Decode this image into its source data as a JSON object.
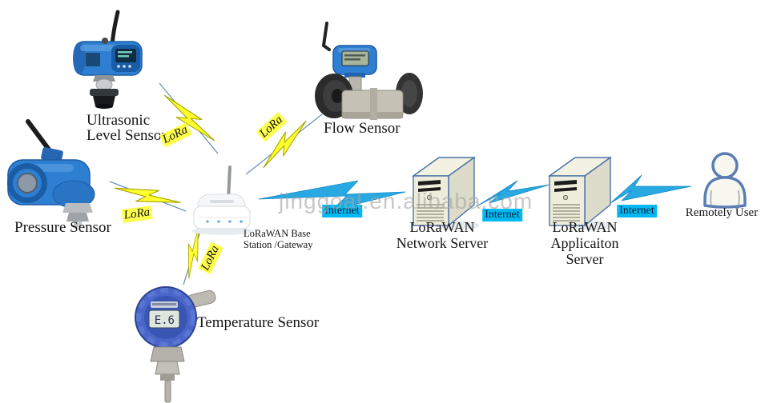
{
  "diagram": {
    "watermark": "jinggoal.en.alibaba.com",
    "nodes": {
      "ultrasonic": {
        "label": "Ultrasonic\nLevel Sensor"
      },
      "flow": {
        "label": "Flow Sensor"
      },
      "pressure": {
        "label": "Pressure Sensor"
      },
      "gateway": {
        "label": "LoRaWAN Base\nStation /Gateway"
      },
      "temperature": {
        "label": "Temperature Sensor",
        "display": "E.6"
      },
      "network_server": {
        "label": "LoRaWAN\nNetwork Server"
      },
      "application_server": {
        "label": "LoRaWAN\nApplicaiton Server"
      },
      "remote_user": {
        "label": "Remotely User"
      }
    },
    "links": {
      "lora_label": "LoRa",
      "internet_label": "Internet"
    },
    "colors": {
      "lora_highlight": "#ffff4d",
      "internet_highlight": "#00b9f2",
      "bolt_yellow": "#ffff2f",
      "bolt_blue": "#29a9e2",
      "device_blue": "#2e7fd1",
      "server_face": "#eeeddc",
      "outline_blue": "#4a72a8"
    }
  }
}
